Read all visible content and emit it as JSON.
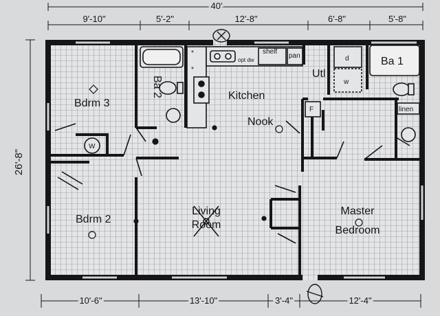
{
  "overall": {
    "width": "40'",
    "depth": "26'-8\""
  },
  "top_dimensions": [
    "9'-10\"",
    "5'-2\"",
    "12'-8\"",
    "6'-8\"",
    "5'-8\""
  ],
  "bottom_dimensions": [
    "10'-6\"",
    "13'-10\"",
    "3'-4\"",
    "12'-4\""
  ],
  "rooms": {
    "bdrm3": "Bdrm 3",
    "ba2": "Ba 2",
    "kitchen": "Kitchen",
    "nook": "Nook",
    "utl": "Utl",
    "ba1": "Ba 1",
    "bdrm2": "Bdrm 2",
    "living": "Living",
    "living2": "Room",
    "master": "Master",
    "master2": "Bedroom"
  },
  "fixtures": {
    "dw": "opt dw",
    "shelf": "shelf",
    "pan": "pan",
    "dryer": "d",
    "washer": "w",
    "linen": "linen",
    "fridge": "F",
    "water_heater": "W"
  },
  "colors": {
    "ink": "#161616",
    "paper": "#e4e5e7",
    "grid": "#6a6a6a",
    "background": "#d9dadc"
  }
}
